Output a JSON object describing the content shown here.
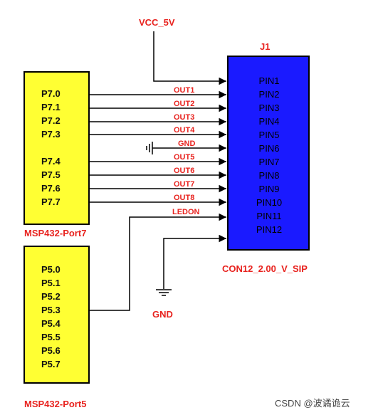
{
  "vcc_label": "VCC_5V",
  "connector": {
    "ref": "J1",
    "part": "CON12_2.00_V_SIP",
    "pins": [
      "PIN1",
      "PIN2",
      "PIN3",
      "PIN4",
      "PIN5",
      "PIN6",
      "PIN7",
      "PIN8",
      "PIN9",
      "PIN10",
      "PIN11",
      "PIN12"
    ],
    "fill_color": "#1a1aff"
  },
  "port7": {
    "name": "MSP432-Port7",
    "pins": [
      "P7.0",
      "P7.1",
      "P7.2",
      "P7.3",
      "P7.4",
      "P7.5",
      "P7.6",
      "P7.7"
    ],
    "fill_color": "#ffff33"
  },
  "port5": {
    "name": "MSP432-Port5",
    "pins": [
      "P5.0",
      "P5.1",
      "P5.2",
      "P5.3",
      "P5.4",
      "P5.5",
      "P5.6",
      "P5.7"
    ],
    "fill_color": "#ffff33"
  },
  "nets": [
    "OUT1",
    "OUT2",
    "OUT3",
    "OUT4",
    "GND",
    "OUT5",
    "OUT6",
    "OUT7",
    "OUT8",
    "LEDON"
  ],
  "gnd_symbol_label": "GND",
  "watermark": "CSDN @波谲诡云",
  "label_color": "#e8231f"
}
